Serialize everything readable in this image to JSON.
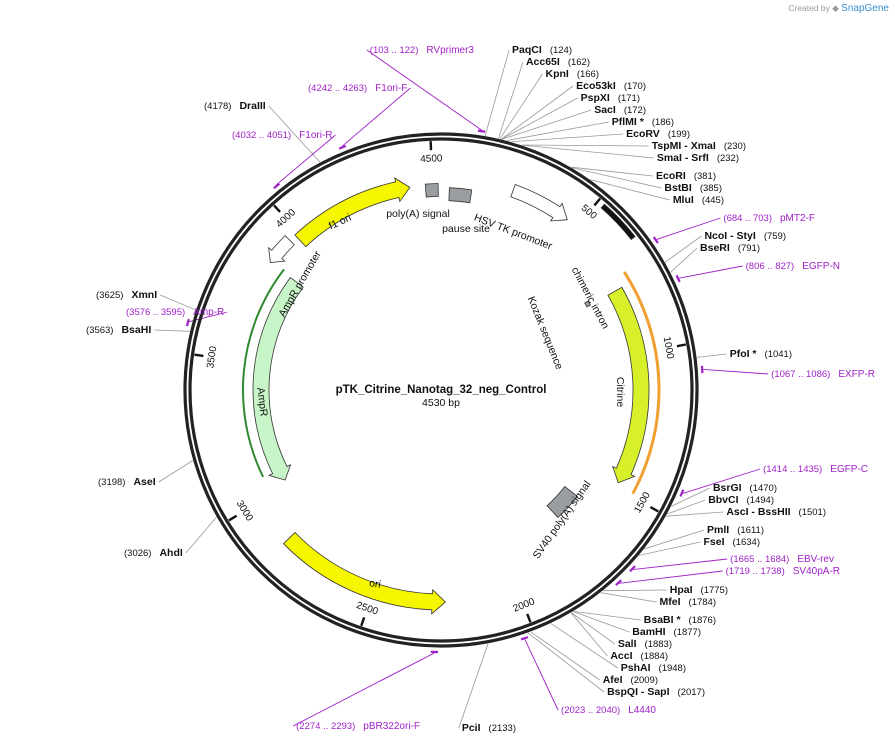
{
  "brand": {
    "created_by": "Created by",
    "name": "SnapGene"
  },
  "map": {
    "name": "pTK_Citrine_Nanotag_32_neg_Control",
    "length_label": "4530 bp",
    "total_bp": 4530,
    "colors": {
      "backbone": "#222222",
      "primer": "#a020c8",
      "ori": "#f6f600",
      "ampR": "#c8f5c8",
      "citrine": "#d8f02a",
      "promoter": "#ffffff",
      "signal": "#9a9ea3",
      "intron": "#111111"
    }
  },
  "ticks": [
    {
      "bp": 500,
      "label": "500"
    },
    {
      "bp": 1000,
      "label": "1000"
    },
    {
      "bp": 1500,
      "label": "1500"
    },
    {
      "bp": 2000,
      "label": "2000"
    },
    {
      "bp": 2500,
      "label": "2500"
    },
    {
      "bp": 3000,
      "label": "3000"
    },
    {
      "bp": 3500,
      "label": "3500"
    },
    {
      "bp": 4000,
      "label": "4000"
    },
    {
      "bp": 4500,
      "label": "4500"
    }
  ],
  "enzymes": [
    {
      "names": [
        "PaqCI"
      ],
      "pos": "(124)",
      "bp": 124
    },
    {
      "names": [
        "Acc65I"
      ],
      "pos": "(162)",
      "bp": 162
    },
    {
      "names": [
        "KpnI"
      ],
      "pos": "(166)",
      "bp": 166
    },
    {
      "names": [
        "Eco53kI"
      ],
      "pos": "(170)",
      "bp": 170
    },
    {
      "names": [
        "PspXI"
      ],
      "pos": "(171)",
      "bp": 171
    },
    {
      "names": [
        "SacI"
      ],
      "pos": "(172)",
      "bp": 172
    },
    {
      "names": [
        "PflMI *"
      ],
      "pos": "(186)",
      "bp": 186
    },
    {
      "names": [
        "EcoRV"
      ],
      "pos": "(199)",
      "bp": 199
    },
    {
      "names": [
        "TspMI",
        "XmaI"
      ],
      "pos": "(230)",
      "bp": 230
    },
    {
      "names": [
        "SmaI",
        "SrfI"
      ],
      "pos": "(232)",
      "bp": 232
    },
    {
      "names": [
        "EcoRI"
      ],
      "pos": "(381)",
      "bp": 381
    },
    {
      "names": [
        "BstBI"
      ],
      "pos": "(385)",
      "bp": 385
    },
    {
      "names": [
        "MluI"
      ],
      "pos": "(445)",
      "bp": 445
    },
    {
      "names": [
        "NcoI",
        "StyI"
      ],
      "pos": "(759)",
      "bp": 759
    },
    {
      "names": [
        "BseRI"
      ],
      "pos": "(791)",
      "bp": 791
    },
    {
      "names": [
        "PfoI *"
      ],
      "pos": "(1041)",
      "bp": 1041
    },
    {
      "names": [
        "BsrGI"
      ],
      "pos": "(1470)",
      "bp": 1470
    },
    {
      "names": [
        "BbvCI"
      ],
      "pos": "(1494)",
      "bp": 1494
    },
    {
      "names": [
        "AscI",
        "BssHII"
      ],
      "pos": "(1501)",
      "bp": 1501
    },
    {
      "names": [
        "PmlI"
      ],
      "pos": "(1611)",
      "bp": 1611
    },
    {
      "names": [
        "FseI"
      ],
      "pos": "(1634)",
      "bp": 1634
    },
    {
      "names": [
        "HpaI"
      ],
      "pos": "(1775)",
      "bp": 1775
    },
    {
      "names": [
        "MfeI"
      ],
      "pos": "(1784)",
      "bp": 1784
    },
    {
      "names": [
        "BsaBI *"
      ],
      "pos": "(1876)",
      "bp": 1876
    },
    {
      "names": [
        "BamHI"
      ],
      "pos": "(1877)",
      "bp": 1877
    },
    {
      "names": [
        "SalI"
      ],
      "pos": "(1883)",
      "bp": 1883
    },
    {
      "names": [
        "AccI"
      ],
      "pos": "(1884)",
      "bp": 1884
    },
    {
      "names": [
        "PshAI"
      ],
      "pos": "(1948)",
      "bp": 1948
    },
    {
      "names": [
        "AfeI"
      ],
      "pos": "(2009)",
      "bp": 2009
    },
    {
      "names": [
        "BspQI",
        "SapI"
      ],
      "pos": "(2017)",
      "bp": 2017
    },
    {
      "names": [
        "PciI"
      ],
      "pos": "(2133)",
      "bp": 2133
    },
    {
      "names": [
        "AhdI"
      ],
      "pos": "(3026)",
      "bp": 3026
    },
    {
      "names": [
        "AseI"
      ],
      "pos": "(3198)",
      "bp": 3198
    },
    {
      "names": [
        "BsaHI"
      ],
      "pos": "(3563)",
      "bp": 3563
    },
    {
      "names": [
        "XmnI"
      ],
      "pos": "(3625)",
      "bp": 3625
    },
    {
      "names": [
        "DraIII"
      ],
      "pos": "(4178)",
      "bp": 4178
    }
  ],
  "primers": [
    {
      "name": "RVprimer3",
      "pos": "(103 .. 122)",
      "bp": 112
    },
    {
      "name": "pMT2-F",
      "pos": "(684 .. 703)",
      "bp": 693
    },
    {
      "name": "EGFP-N",
      "pos": "(806 .. 827)",
      "bp": 816
    },
    {
      "name": "EXFP-R",
      "pos": "(1067 .. 1086)",
      "bp": 1076
    },
    {
      "name": "EGFP-C",
      "pos": "(1414 .. 1435)",
      "bp": 1424
    },
    {
      "name": "EBV-rev",
      "pos": "(1665 .. 1684)",
      "bp": 1674
    },
    {
      "name": "SV40pA-R",
      "pos": "(1719 .. 1738)",
      "bp": 1728
    },
    {
      "name": "L4440",
      "pos": "(2023 .. 2040)",
      "bp": 2031
    },
    {
      "name": "pBR322ori-F",
      "pos": "(2274 .. 2293)",
      "bp": 2283
    },
    {
      "name": "Amp-R",
      "pos": "(3576 .. 3595)",
      "bp": 3585
    },
    {
      "name": "F1ori-R",
      "pos": "(4032 .. 4051)",
      "bp": 4041
    },
    {
      "name": "F1ori-F",
      "pos": "(4242 .. 4263)",
      "bp": 4252
    }
  ],
  "features": [
    {
      "key": "hsv",
      "label": "HSV TK promoter",
      "start": 250,
      "end": 460,
      "dir": 1,
      "color": "#ffffff"
    },
    {
      "key": "intron",
      "label": "chimeric intron",
      "start": 520,
      "end": 650,
      "dir": 0,
      "color": "#111111"
    },
    {
      "key": "kozak",
      "label": "Kozak sequence",
      "start": 740,
      "end": 760,
      "dir": 0,
      "color": "#9a9ea3"
    },
    {
      "key": "citrine",
      "label": "Citrine",
      "start": 760,
      "end": 1480,
      "dir": 1,
      "color": "#d8f02a"
    },
    {
      "key": "sv40",
      "label": "SV40 poly(A) signal",
      "start": 1610,
      "end": 1730,
      "dir": 0,
      "color": "#9a9ea3"
    },
    {
      "key": "ori",
      "label": "ori",
      "start": 2250,
      "end": 2840,
      "dir": -1,
      "color": "#f6f600"
    },
    {
      "key": "ampR",
      "label": "AmpR",
      "start": 3020,
      "end": 3860,
      "dir": -1,
      "color": "#c8f5c8"
    },
    {
      "key": "ampRprom",
      "label": "AmpR promoter",
      "start": 3860,
      "end": 3960,
      "dir": -1,
      "color": "#ffffff"
    },
    {
      "key": "f1",
      "label": "f1 ori",
      "start": 3985,
      "end": 4420,
      "dir": 1,
      "color": "#f6f600"
    },
    {
      "key": "polya",
      "label": "poly(A) signal",
      "start": 4475,
      "end": 4520,
      "dir": 0,
      "color": "#9a9ea3"
    },
    {
      "key": "pause",
      "label": "pause site",
      "start": 30,
      "end": 110,
      "dir": 0,
      "color": "#9a9ea3"
    }
  ]
}
